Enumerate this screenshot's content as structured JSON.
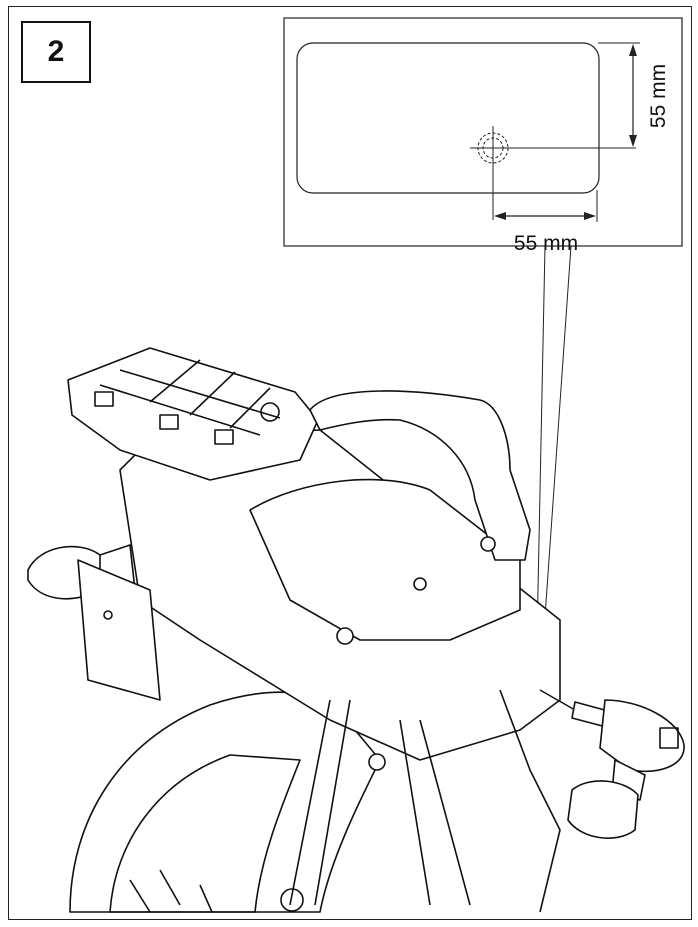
{
  "step": {
    "number": "2"
  },
  "detail": {
    "vertical_dimension": "55 mm",
    "horizontal_dimension": "55 mm"
  },
  "icons": [
    "drill-icon",
    "drill-hole-icon",
    "luggage-rack-icon",
    "motorcycle-rear-icon"
  ]
}
